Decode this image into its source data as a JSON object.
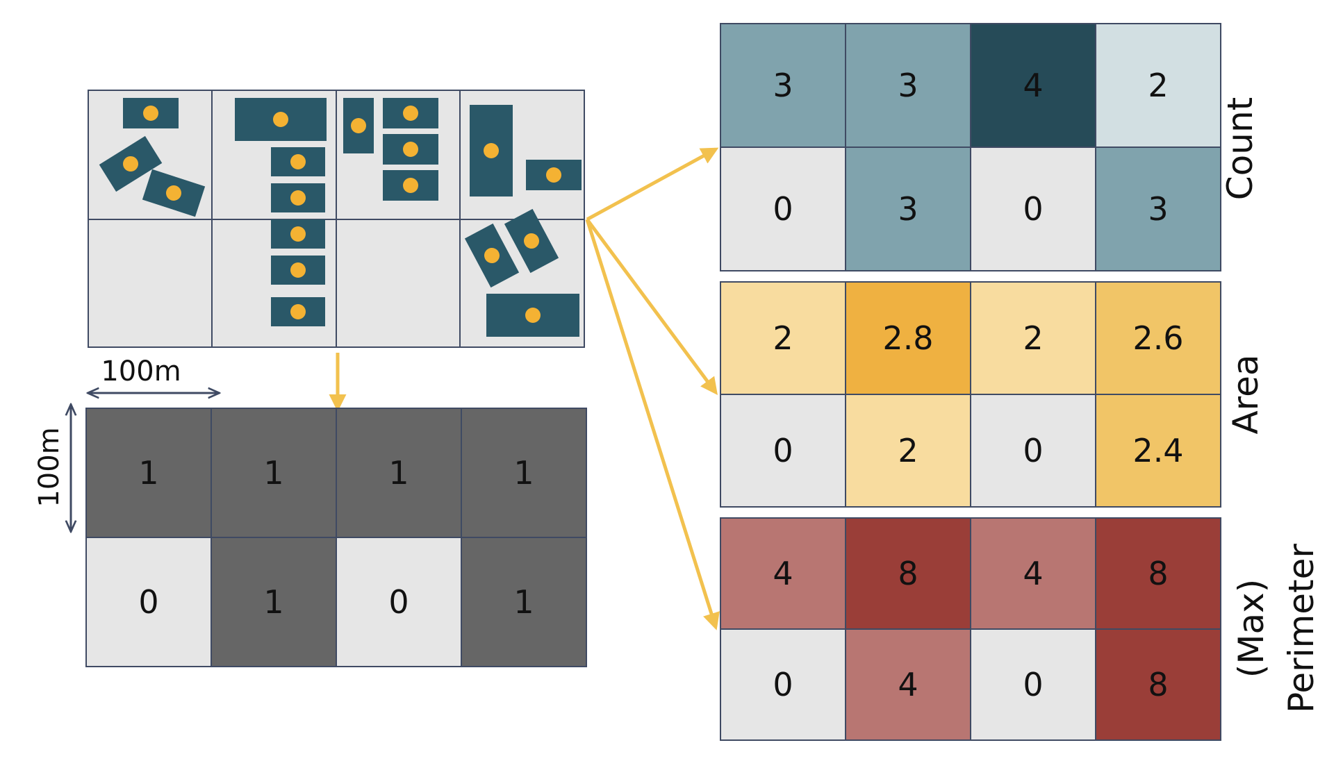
{
  "scale": {
    "horizontal_label": "100m",
    "vertical_label": "100m"
  },
  "binary_grid": {
    "rows": [
      [
        "1",
        "1",
        "1",
        "1"
      ],
      [
        "0",
        "1",
        "0",
        "1"
      ]
    ],
    "colors": {
      "on": "#666666",
      "off": "#e6e6e6"
    }
  },
  "count_grid": {
    "title": "Count",
    "rows": [
      [
        "3",
        "3",
        "4",
        "2"
      ],
      [
        "0",
        "3",
        "0",
        "3"
      ]
    ],
    "colors": {
      "0": "#e6e6e6",
      "2": "#d2dfe2",
      "3": "#80a3ad",
      "4": "#264b58"
    }
  },
  "area_grid": {
    "title": "Area",
    "rows": [
      [
        "2",
        "2.8",
        "2",
        "2.6"
      ],
      [
        "0",
        "2",
        "0",
        "2.4"
      ]
    ],
    "colors": {
      "0": "#e6e6e6",
      "2": "#f8dc9f",
      "2.4": "#f1c567",
      "2.6": "#f1c567",
      "2.8": "#efb141"
    }
  },
  "perimeter_grid": {
    "title_line1": "(Max)",
    "title_line2": "Perimeter",
    "rows": [
      [
        "4",
        "8",
        "4",
        "8"
      ],
      [
        "0",
        "4",
        "0",
        "8"
      ]
    ],
    "colors": {
      "0": "#e6e6e6",
      "4": "#b87672",
      "8": "#9a3e38"
    }
  },
  "building_color": "#2a5868",
  "centroid_color": "#f4b233",
  "arrow_color": "#f2c14e"
}
